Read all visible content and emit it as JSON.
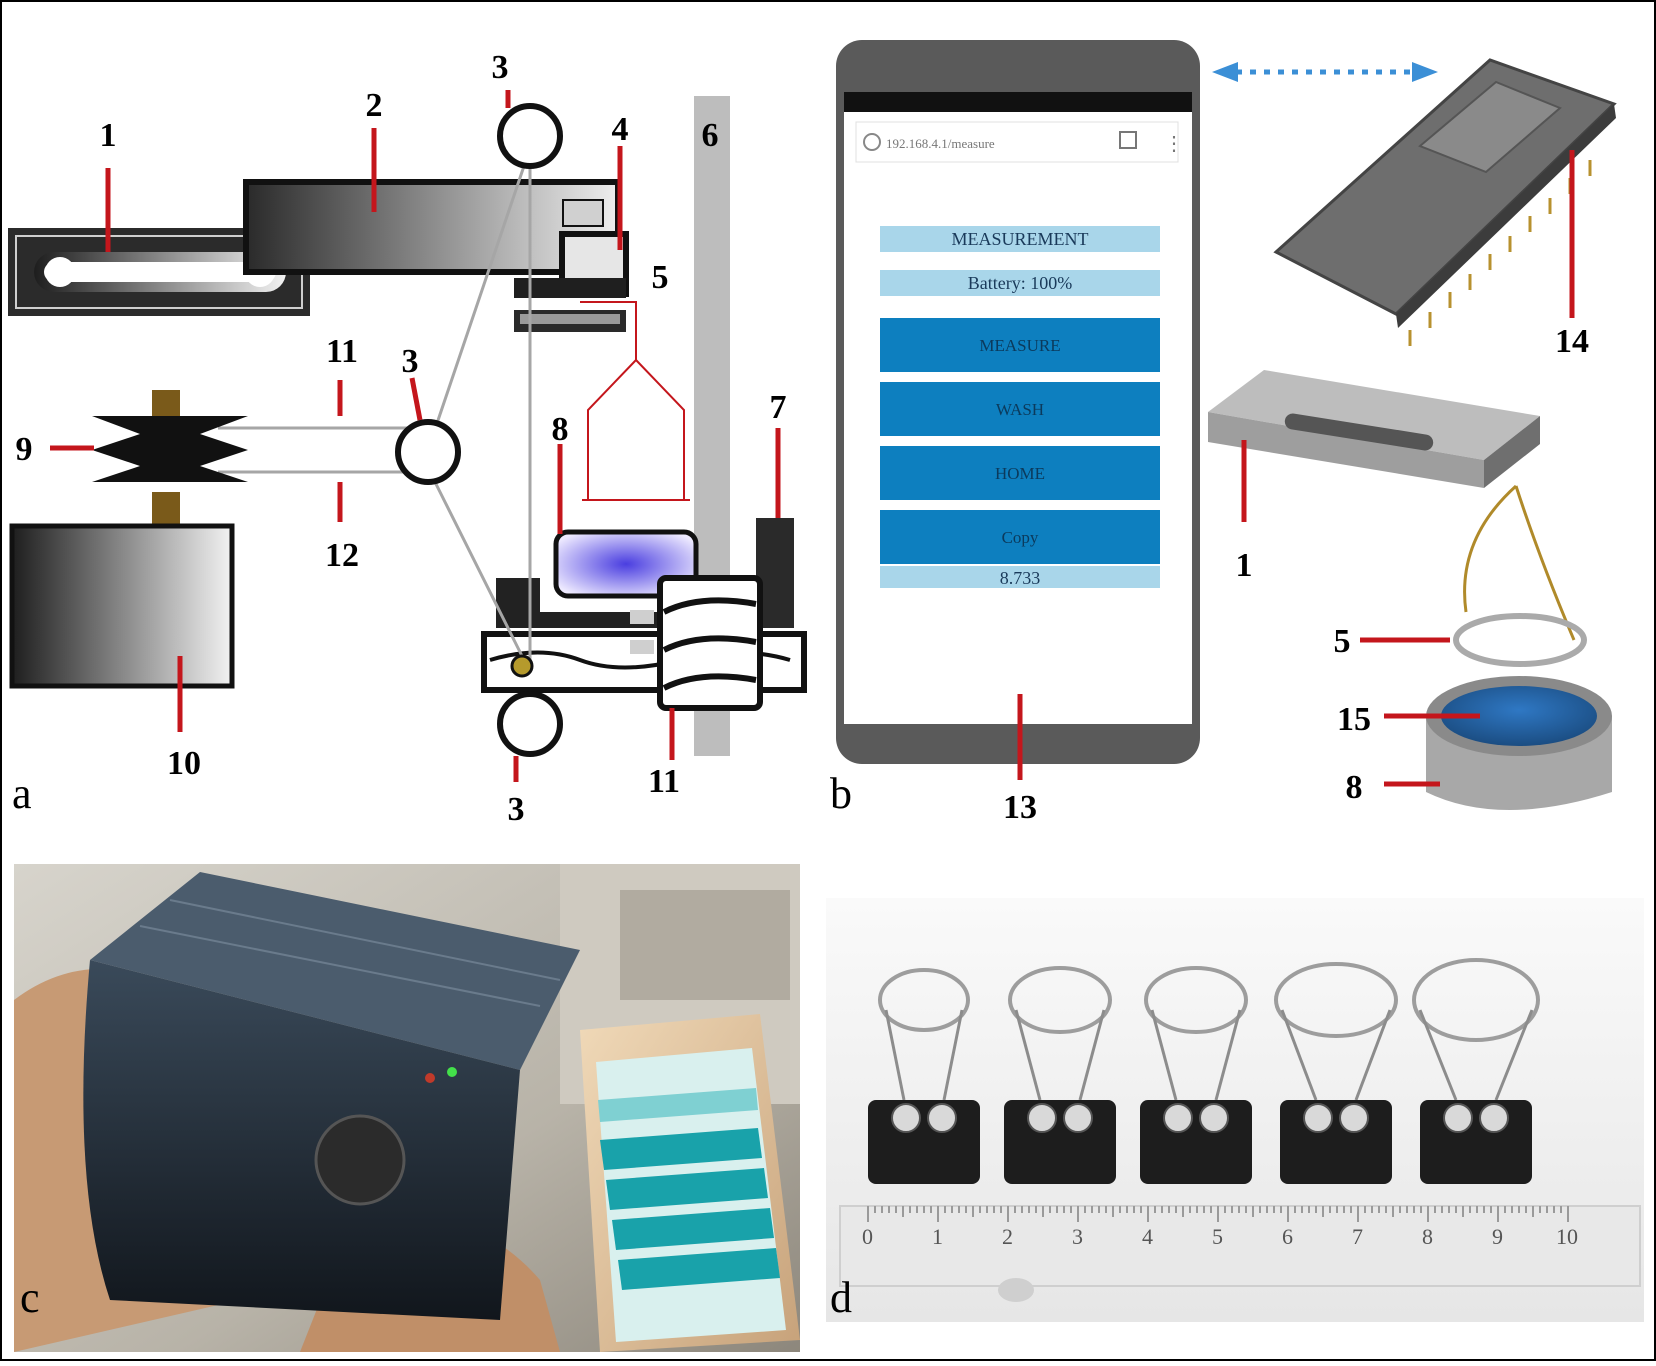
{
  "panels": {
    "a": {
      "letter": "a",
      "labels": {
        "n1": "1",
        "n2": "2",
        "n3_top": "3",
        "n4": "4",
        "n5": "5",
        "n6": "6",
        "n7": "7",
        "n8": "8",
        "n9": "9",
        "n10": "10",
        "n11_top": "11",
        "n12": "12",
        "n3_mid": "3",
        "n3_bottom": "3",
        "n11_bottom": "11"
      }
    },
    "b": {
      "letter": "b",
      "labels": {
        "n13": "13",
        "n14": "14",
        "n1": "1",
        "n5": "5",
        "n15": "15",
        "n8": "8"
      },
      "phone": {
        "url": "192.168.4.1/measure",
        "title": "MEASUREMENT",
        "battery": "Battery: 100%",
        "buttons": [
          "MEASURE",
          "WASH",
          "HOME",
          "Copy"
        ],
        "value": "8.733"
      }
    },
    "c": {
      "letter": "c"
    },
    "d": {
      "letter": "d",
      "ruler_ticks": [
        "0",
        "1",
        "2",
        "3",
        "4",
        "5",
        "6",
        "7",
        "8",
        "9",
        "10"
      ]
    }
  },
  "colors": {
    "marker_red": "#c4161c",
    "phone_button": "#0d7fbf",
    "phone_panel": "#a9d6ea",
    "link_arrow": "#3b8fd6"
  }
}
